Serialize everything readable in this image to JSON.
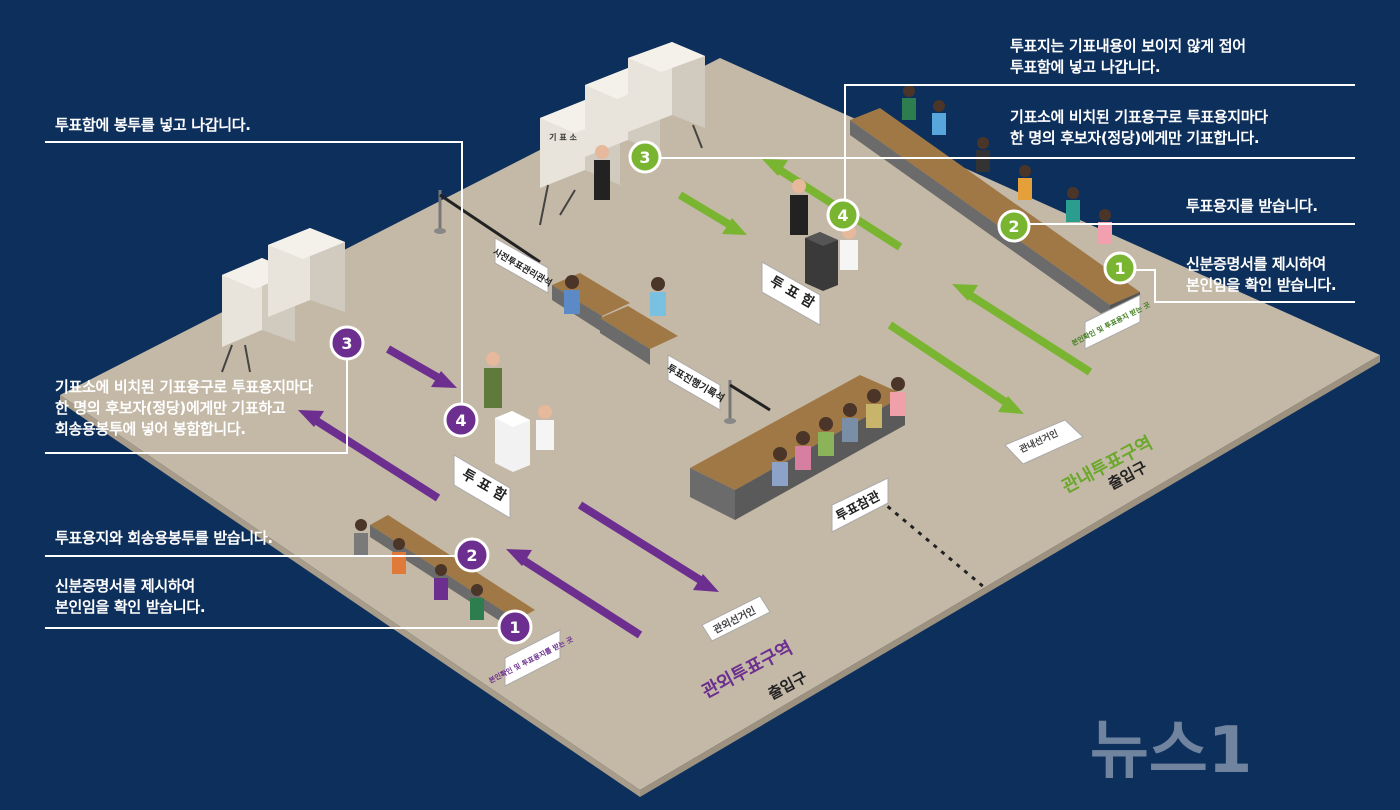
{
  "colors": {
    "background": "#0d2f5c",
    "floor": "#c4b8a6",
    "inside_accent": "#7ab532",
    "outside_accent": "#6c2f8f"
  },
  "annotations": {
    "right_3_folded": "투표지는 기표내용이 보이지 않게 접어\n투표함에 넣고 나갑니다.",
    "right_3_mark": "기표소에 비치된 기표용구로 투표용지마다\n한 명의 후보자(정당)에게만 기표합니다.",
    "right_2_receive": "투표용지를 받습니다.",
    "right_1_id": "신분증명서를 제시하여\n본인임을 확인 받습니다.",
    "left_4_envelope": "투표함에 봉투를 넣고 나갑니다.",
    "left_3_mark": "기표소에 비치된 기표용구로 투표용지마다\n한 명의 후보자(정당)에게만 기표하고\n회송용봉투에 넣어 봉함합니다.",
    "left_2_receive": "투표용지와 회송용봉투를 받습니다.",
    "left_1_id": "신분증명서를 제시하여\n본인임을 확인 받습니다."
  },
  "steps": {
    "inside": [
      "1",
      "2",
      "3",
      "4"
    ],
    "outside": [
      "1",
      "2",
      "3",
      "4"
    ]
  },
  "signs": {
    "ballot_box_left": "투 표 함",
    "ballot_box_right": "투 표 함",
    "observer": "투표참관",
    "records": "투표진행기록석",
    "manager": "사전투표관리관석",
    "booth": "기 표 소",
    "outside_voter": "관외선거인",
    "inside_voter": "관내선거인",
    "desk_left": "본인확인 및\n투표용지를 받는 곳",
    "desk_right": "본인확인 및\n투표용지 받는 곳"
  },
  "zones": {
    "outside_title": "관외투표구역",
    "outside_entrance": "출입구",
    "inside_title": "관내투표구역",
    "inside_entrance": "출입구"
  },
  "watermark": "뉴스1"
}
